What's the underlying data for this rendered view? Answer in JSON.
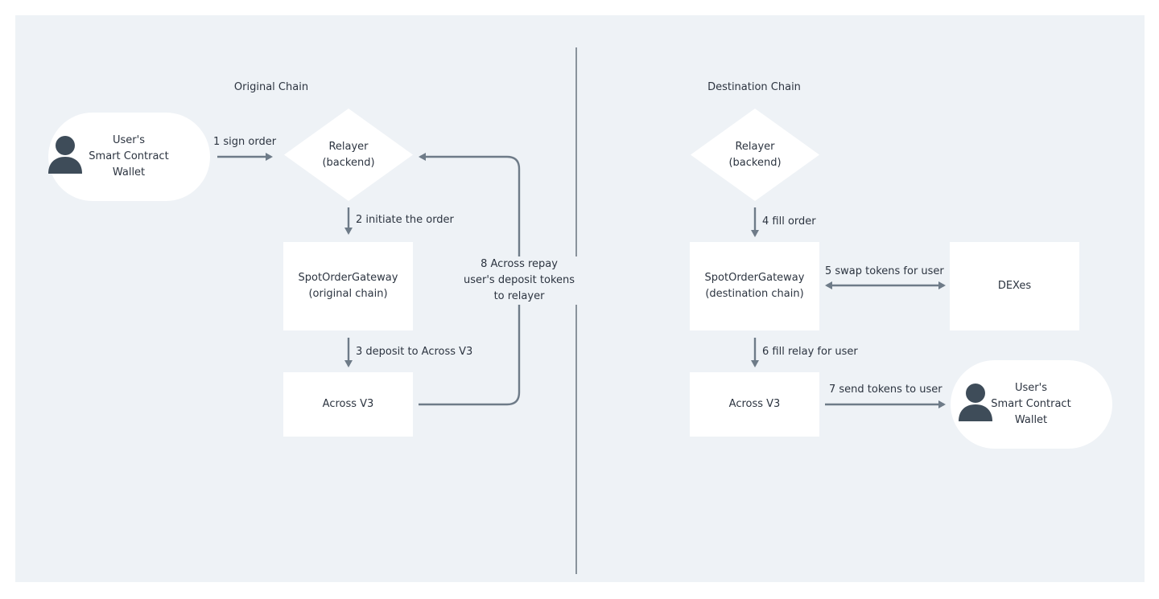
{
  "sections": {
    "left_title": "Original Chain",
    "right_title": "Destination Chain"
  },
  "nodes": {
    "user_wallet_left": "User's\nSmart Contract\nWallet",
    "relayer_left": "Relayer\n(backend)",
    "gateway_left": "SpotOrderGateway\n(original chain)",
    "across_left": "Across V3",
    "relayer_right": "Relayer\n(backend)",
    "gateway_right": "SpotOrderGateway\n(destination chain)",
    "dexes": "DEXes",
    "across_right": "Across V3",
    "user_wallet_right": "User's\nSmart Contract\nWallet"
  },
  "edges": {
    "e1": "1 sign order",
    "e2": "2 initiate the order",
    "e3": "3 deposit to Across V3",
    "e4": "4 fill order",
    "e5": "5 swap tokens for user",
    "e6": "6 fill relay for user",
    "e7": "7 send tokens to user",
    "e8": "8 Across repay\nuser's deposit tokens\nto relayer"
  },
  "icons": {
    "user": "user-silhouette-icon",
    "arrow": "arrow-head"
  },
  "colors": {
    "background": "#eef2f6",
    "node_fill": "#ffffff",
    "arrow": "#6e7b88",
    "avatar": "#3e4c59",
    "text": "#2c3440"
  }
}
